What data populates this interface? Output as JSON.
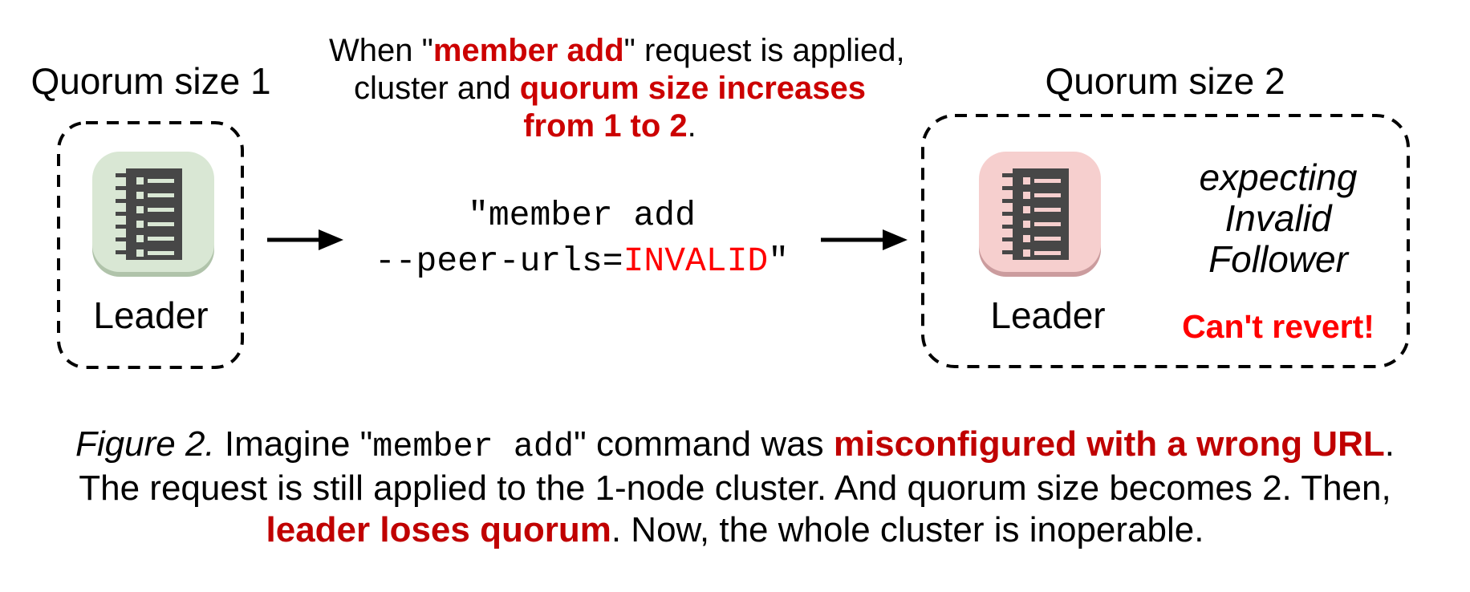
{
  "left_cluster": {
    "title": "Quorum size 1",
    "node_label": "Leader"
  },
  "right_cluster": {
    "title": "Quorum size 2",
    "node_label": "Leader",
    "expecting_line1": "expecting",
    "expecting_line2": "Invalid",
    "expecting_line3": "Follower",
    "warning": "Can't revert!"
  },
  "heading": {
    "seg_when": "When \"",
    "seg_member_add": "member add",
    "seg_applied": "\" request is applied,",
    "seg_cluster_and": "cluster and ",
    "seg_quorum_increases": "quorum size increases",
    "seg_from": "from 1 to 2",
    "seg_period": "."
  },
  "command": {
    "line1": "\"member add",
    "line2_prefix": "--peer-urls=",
    "line2_invalid": "INVALID",
    "line2_suffix": "\""
  },
  "caption": {
    "figure_label": "Figure 2.",
    "l1_imagine": " Imagine \"",
    "l1_member_add": "member add",
    "l1_command_was": "\" command was ",
    "l1_misconfigured": "misconfigured with a wrong URL",
    "l1_period": ".",
    "line2": "The request is still applied to the 1-node cluster. And quorum size becomes 2. Then,",
    "l3_leader_loses": "leader loses quorum",
    "l3_rest": ". Now, the whole cluster is inoperable."
  },
  "icons": {
    "left_node_icon": "etcd-server-log-icon",
    "right_node_icon": "etcd-server-log-icon",
    "arrow1": "arrow-right-icon",
    "arrow2": "arrow-right-icon"
  },
  "colors": {
    "heading_red": "#cc0000",
    "invalid_red": "#ff0000",
    "warning_red": "#ff0000",
    "caption_red": "#c00000",
    "node_green": "#d9e7d4",
    "node_green_shadow": "#b0c3aa",
    "node_pink": "#f6cfce",
    "node_pink_shadow": "#cb9c9e",
    "icon_dark": "#474747",
    "line_black": "#000000"
  }
}
